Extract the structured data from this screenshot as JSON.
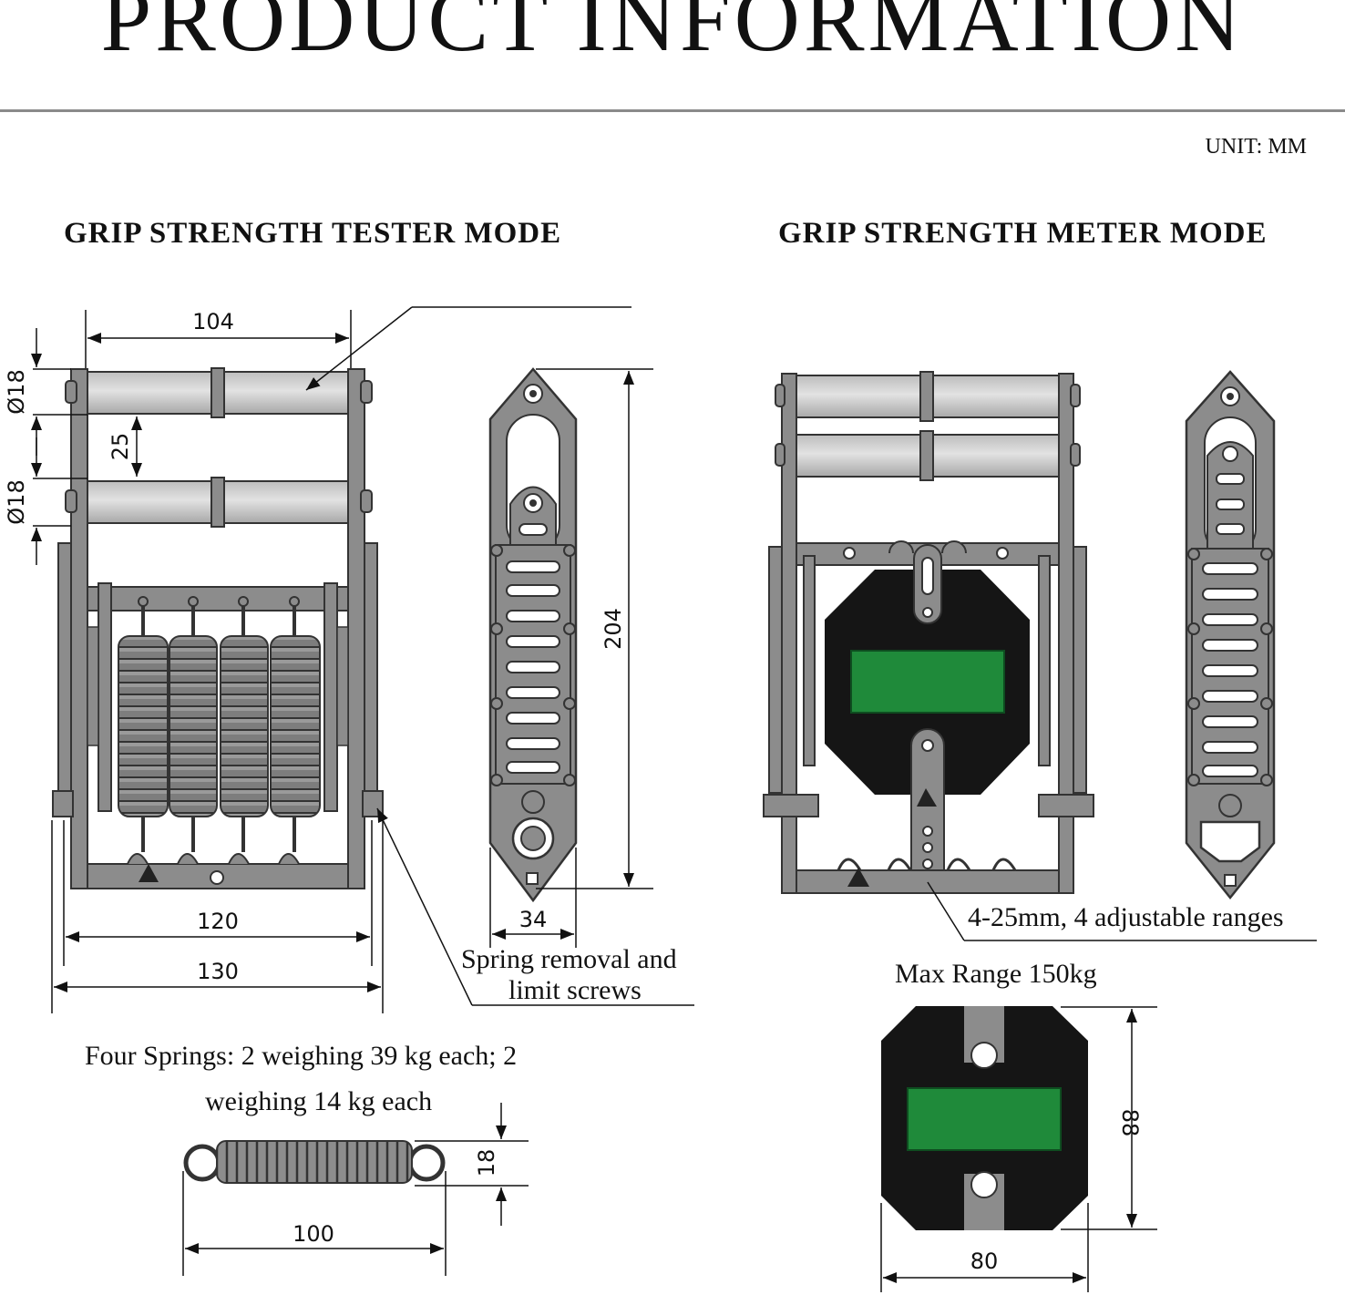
{
  "header": {
    "title": "PRODUCT INFORMATION",
    "unit": "UNIT: MM"
  },
  "tester": {
    "heading": "GRIP STRENGTH TESTER MODE",
    "dims": {
      "width_top": "104",
      "handle_dia_1": "Ø18",
      "handle_gap": "25",
      "handle_dia_2": "Ø18",
      "height": "204",
      "base_inner": "120",
      "base_outer": "130",
      "side_width": "34"
    },
    "callout": {
      "line1": "Spring removal and",
      "line2": "limit screws"
    },
    "springs_note": {
      "line1": "Four Springs: 2 weighing 39 kg each; 2",
      "line2": "weighing 14 kg each"
    },
    "spring_dims": {
      "length": "100",
      "diameter": "18"
    }
  },
  "meter": {
    "heading": "GRIP STRENGTH METER MODE",
    "callout": "4-25mm, 4 adjustable ranges",
    "max_range": "Max Range 150kg",
    "dims": {
      "height": "88",
      "width": "80"
    },
    "display_color": "#1f8a3a",
    "body_color": "#151515"
  },
  "colors": {
    "metal": "#8c8c8c",
    "roller": "#d4d4d4",
    "outline": "#333333"
  }
}
